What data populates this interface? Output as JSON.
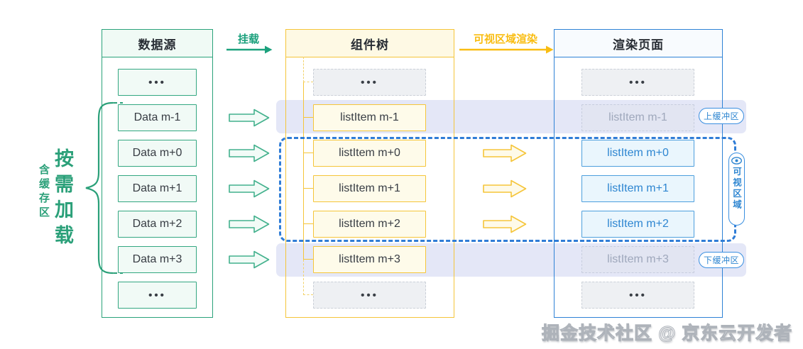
{
  "left_annotation": {
    "primary": "按需加载",
    "secondary": "含缓存区"
  },
  "flow_labels": {
    "mount": "挂载",
    "viewport_render": "可视区域渲染"
  },
  "columns": {
    "datasource": {
      "title": "数据源",
      "items": [
        "•••",
        "Data m-1",
        "Data m+0",
        "Data m+1",
        "Data m+2",
        "Data m+3",
        "•••"
      ]
    },
    "component_tree": {
      "title": "组件树",
      "items": [
        "•••",
        "listItem m-1",
        "listItem m+0",
        "listItem m+1",
        "listItem m+2",
        "listItem m+3",
        "•••"
      ]
    },
    "render_page": {
      "title": "渲染页面",
      "items": [
        "•••",
        "listItem m-1",
        "listItem m+0",
        "listItem m+1",
        "listItem m+2",
        "listItem m+3",
        "•••"
      ]
    }
  },
  "badges": {
    "top_buffer": "上缓冲区",
    "bottom_buffer": "下缓冲区",
    "viewport": "可视区域",
    "viewport_icon": "eye-icon"
  },
  "watermark": "掘金技术社区 @ 京东云开发者",
  "colors": {
    "green": "#2AA27A",
    "yellow": "#F5C53A",
    "yellow_label": "#F9BD12",
    "blue": "#2E82D6",
    "blue_item_text": "#2E86D1",
    "lavender_band": "#E4E7F7",
    "dashed_viewport": "#2F7CD6",
    "muted_text": "#9FA8BC"
  }
}
